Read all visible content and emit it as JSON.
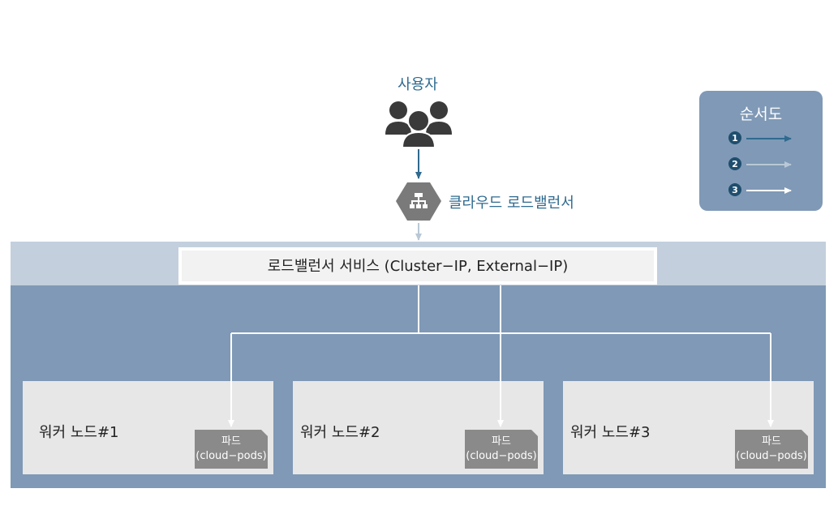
{
  "user": {
    "label": "사용자",
    "icon": "users-icon"
  },
  "load_balancer": {
    "label": "클라우드 로드밸런서",
    "icon": "load-balancer-icon"
  },
  "legend": {
    "title": "순서도",
    "items": [
      {
        "number": "1",
        "color": "#2f6a8f"
      },
      {
        "number": "2",
        "color": "#b9c8d6"
      },
      {
        "number": "3",
        "color": "#ffffff"
      }
    ]
  },
  "service": {
    "label": "로드밸런서 서비스 (Cluster−IP, External−IP)"
  },
  "nodes": [
    {
      "label": "워커 노드#1",
      "pod_line1": "파드",
      "pod_line2": "(cloud−pods)"
    },
    {
      "label": "워커 노드#2",
      "pod_line1": "파드",
      "pod_line2": "(cloud−pods)"
    },
    {
      "label": "워커 노드#3",
      "pod_line1": "파드",
      "pod_line2": "(cloud−pods)"
    }
  ],
  "colors": {
    "dark_blue": "#2f6a8f",
    "panel_blue": "#7f99b6",
    "light_band": "#c3cfdd",
    "node_gray": "#e7e7e8",
    "pod_gray": "#8a8a8a",
    "legend_bg": "#7f99b6"
  }
}
